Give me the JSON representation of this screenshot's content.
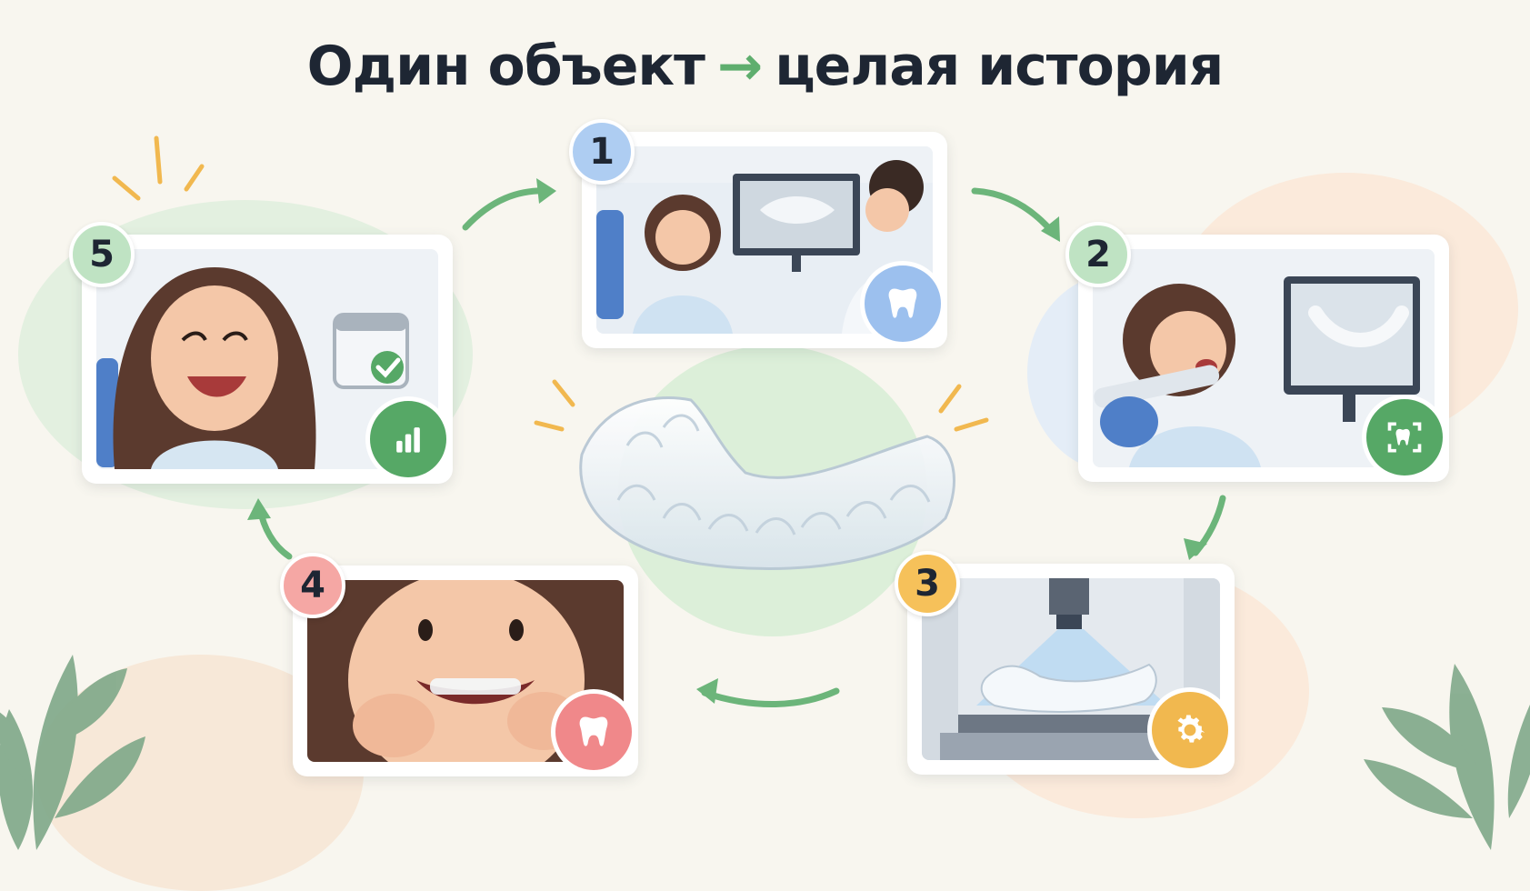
{
  "title": {
    "left": "Один объект",
    "arrow": "→",
    "right": "целая история"
  },
  "steps": [
    {
      "number": "1",
      "badge_color": "#aecdf2",
      "icon": "tooth-icon",
      "icon_color": "#9cc0ee"
    },
    {
      "number": "2",
      "badge_color": "#bfe3c3",
      "icon": "tooth-scan-icon",
      "icon_color": "#56a866"
    },
    {
      "number": "3",
      "badge_color": "#f6c15a",
      "icon": "gear-icon",
      "icon_color": "#f1b84f"
    },
    {
      "number": "4",
      "badge_color": "#f5a7a4",
      "icon": "tooth-icon",
      "icon_color": "#f0888a"
    },
    {
      "number": "5",
      "badge_color": "#bfe3c3",
      "icon": "bar-chart-icon",
      "icon_color": "#56a866"
    }
  ],
  "colors": {
    "accent_green": "#5fae6e",
    "title": "#1e2633",
    "background": "#f8f6ef"
  }
}
